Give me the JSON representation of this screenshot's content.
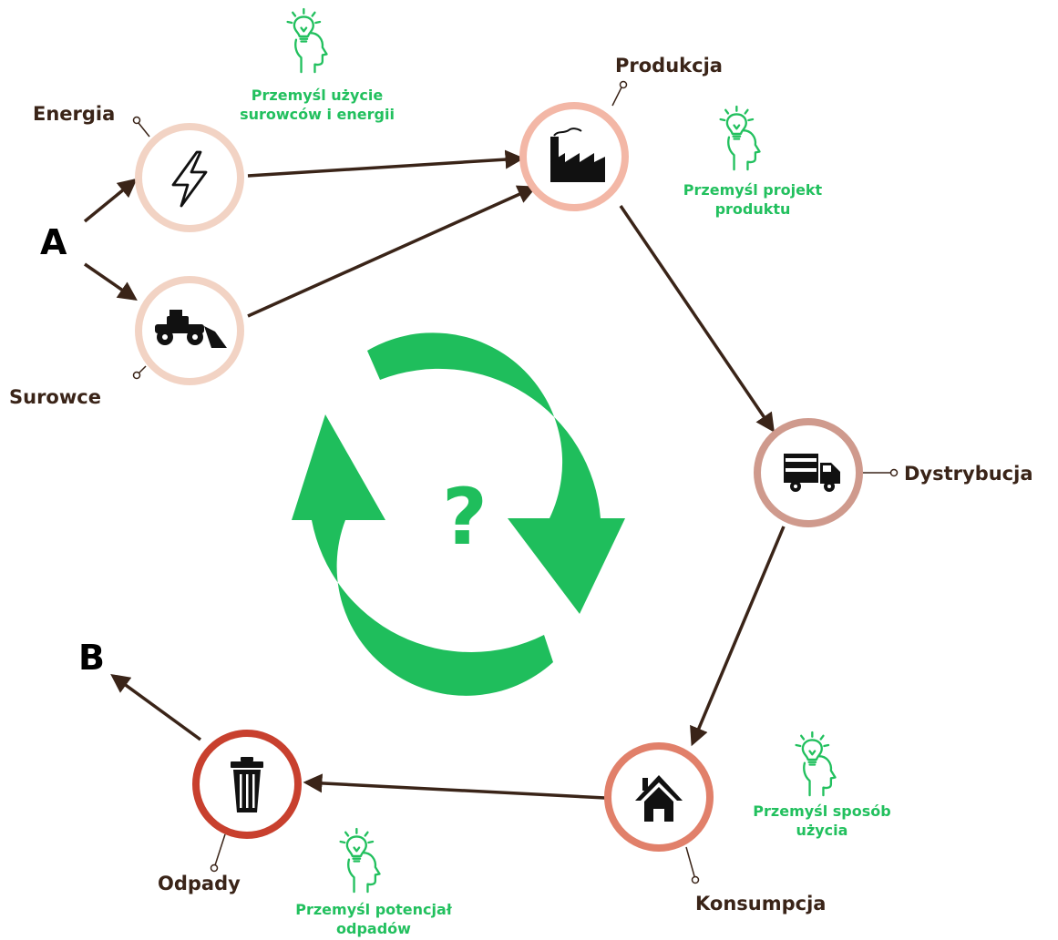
{
  "start_label": "A",
  "end_label": "B",
  "center_mark": "?",
  "nodes": [
    {
      "id": "energia",
      "label": "Energia",
      "icon": "lightning-icon",
      "ring_color": "#f2d3c4"
    },
    {
      "id": "surowce",
      "label": "Surowce",
      "icon": "bulldozer-icon",
      "ring_color": "#f2d3c4"
    },
    {
      "id": "produkcja",
      "label": "Produkcja",
      "icon": "factory-icon",
      "ring_color": "#f3b7a6"
    },
    {
      "id": "dystrybucja",
      "label": "Dystrybucja",
      "icon": "truck-icon",
      "ring_color": "#cf9a8d"
    },
    {
      "id": "konsumpcja",
      "label": "Konsumpcja",
      "icon": "house-icon",
      "ring_color": "#e1806a"
    },
    {
      "id": "odpady",
      "label": "Odpady",
      "icon": "trash-icon",
      "ring_color": "#c8402e"
    }
  ],
  "tips": [
    {
      "id": "tip-energy",
      "lines": [
        "Przemyśl użycie",
        "surowców i energii"
      ],
      "icon": "idea-head-icon"
    },
    {
      "id": "tip-product",
      "lines": [
        "Przemyśl projekt",
        "produktu"
      ],
      "icon": "idea-head-icon"
    },
    {
      "id": "tip-use",
      "lines": [
        "Przemyśl sposób",
        "użycia"
      ],
      "icon": "idea-head-icon"
    },
    {
      "id": "tip-waste",
      "lines": [
        "Przemyśl potencjał",
        "odpadów"
      ],
      "icon": "idea-head-icon"
    }
  ],
  "colors": {
    "arrow": "#3a2418",
    "cycle": "#1fbe5c",
    "tip_text": "#22c05e",
    "label": "#3a2418"
  }
}
